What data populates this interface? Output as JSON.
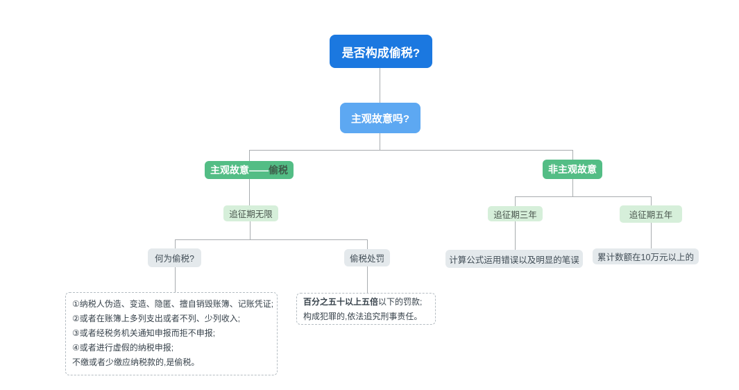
{
  "diagram": {
    "root": {
      "label": "是否构成偷税?"
    },
    "question": {
      "label": "主观故意吗?"
    },
    "left_branch": {
      "label_prefix": "主观故意——",
      "label_emphasis": "偷税",
      "period": {
        "label": "追征期无限"
      },
      "what": {
        "label": "何为偷税?"
      },
      "penalty": {
        "label": "偷税处罚"
      },
      "what_detail": {
        "lines": [
          "①纳税人伪造、变造、隐匿、擅自销毁账簿、记账凭证;",
          "②或者在账簿上多列支出或者不列、少列收入;",
          "③或者经税务机关通知申报而拒不申报;",
          "④或者进行虚假的纳税申报;",
          "不缴或者少缴应纳税款的,是偷税。"
        ]
      },
      "penalty_detail": {
        "line1_bold": "百分之五十以上五倍",
        "line1_rest": "以下的罚款;",
        "line2": "构成犯罪的,依法追究刑事责任。"
      }
    },
    "right_branch": {
      "label": "非主观故意",
      "three_year": {
        "label": "追征期三年",
        "detail": "计算公式运用错误以及明显的笔误"
      },
      "five_year": {
        "label": "追征期五年",
        "detail": "累计数额在10万元以上的"
      }
    },
    "colors": {
      "root_blue": "#1b78e0",
      "question_blue": "#5da8f2",
      "branch_green": "#53bd85",
      "period_light_green": "#d6efda",
      "leaf_gray": "#e4e9ec",
      "connector_gray": "#a8acaf"
    }
  }
}
